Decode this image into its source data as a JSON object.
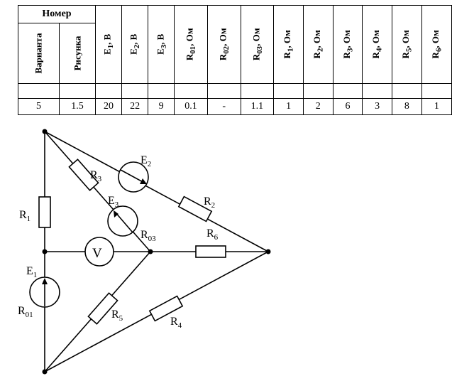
{
  "table": {
    "group_header": "Номер",
    "sub_headers": [
      "Варианта",
      "Рисунка"
    ],
    "columns": [
      {
        "base": "E",
        "sub": "1",
        "unit": ", В"
      },
      {
        "base": "E",
        "sub": "2",
        "unit": ", В"
      },
      {
        "base": "E",
        "sub": "3",
        "unit": ", В"
      },
      {
        "base": "R",
        "sub": "01",
        "unit": ", Ом"
      },
      {
        "base": "R",
        "sub": "02",
        "unit": ", Ом"
      },
      {
        "base": "R",
        "sub": "03",
        "unit": ", Ом"
      },
      {
        "base": "R",
        "sub": "1",
        "unit": ", Ом"
      },
      {
        "base": "R",
        "sub": "2",
        "unit": ", Ом"
      },
      {
        "base": "R",
        "sub": "3",
        "unit": ", Ом"
      },
      {
        "base": "R",
        "sub": "4",
        "unit": ", Ом"
      },
      {
        "base": "R",
        "sub": "5",
        "unit": ", Ом"
      },
      {
        "base": "R",
        "sub": "6",
        "unit": ", Ом"
      }
    ],
    "values": [
      "5",
      "1.5",
      "20",
      "22",
      "9",
      "0.1",
      "-",
      "1.1",
      "1",
      "2",
      "6",
      "3",
      "8",
      "1"
    ]
  },
  "circuit": {
    "labels": {
      "R1": {
        "base": "R",
        "sub": "1"
      },
      "R2": {
        "base": "R",
        "sub": "2"
      },
      "R3": {
        "base": "R",
        "sub": "3"
      },
      "R4": {
        "base": "R",
        "sub": "4"
      },
      "R5": {
        "base": "R",
        "sub": "5"
      },
      "R6": {
        "base": "R",
        "sub": "6"
      },
      "E1": {
        "base": "E",
        "sub": "1"
      },
      "E2": {
        "base": "E",
        "sub": "2"
      },
      "E3": {
        "base": "E",
        "sub": "3"
      },
      "R01": {
        "base": "R",
        "sub": "01"
      },
      "R03": {
        "base": "R",
        "sub": "03"
      },
      "V": {
        "base": "V",
        "sub": ""
      }
    }
  }
}
